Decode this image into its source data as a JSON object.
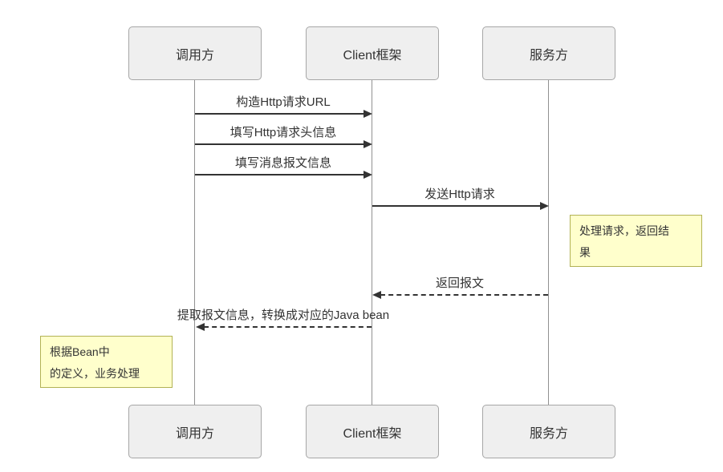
{
  "diagram": {
    "type": "sequence-diagram",
    "participants": [
      {
        "name": "调用方"
      },
      {
        "name": "Client框架"
      },
      {
        "name": "服务方"
      }
    ],
    "messages": [
      {
        "label": "构造Http请求URL",
        "from": "调用方",
        "to": "Client框架",
        "style": "solid"
      },
      {
        "label": "填写Http请求头信息",
        "from": "调用方",
        "to": "Client框架",
        "style": "solid"
      },
      {
        "label": "填写消息报文信息",
        "from": "调用方",
        "to": "Client框架",
        "style": "solid"
      },
      {
        "label": "发送Http请求",
        "from": "Client框架",
        "to": "服务方",
        "style": "solid"
      },
      {
        "label": "返回报文",
        "from": "服务方",
        "to": "Client框架",
        "style": "dashed"
      },
      {
        "label": "提取报文信息，转换成对应的Java bean",
        "from": "Client框架",
        "to": "调用方",
        "style": "dashed"
      }
    ],
    "notes": [
      {
        "text": "处理请求，返回结\n果",
        "side": "right",
        "attached_to": "服务方"
      },
      {
        "text": "根据Bean中\n的定义，业务处理",
        "side": "left",
        "attached_to": "调用方"
      }
    ],
    "colors": {
      "background": "#ffffff",
      "actor_fill": "#efefef",
      "actor_border": "#a6a6a6",
      "lifeline": "#919191",
      "message_line": "#333333",
      "note_fill": "#ffffcc",
      "note_border": "#b2b255",
      "text": "#333333"
    }
  }
}
